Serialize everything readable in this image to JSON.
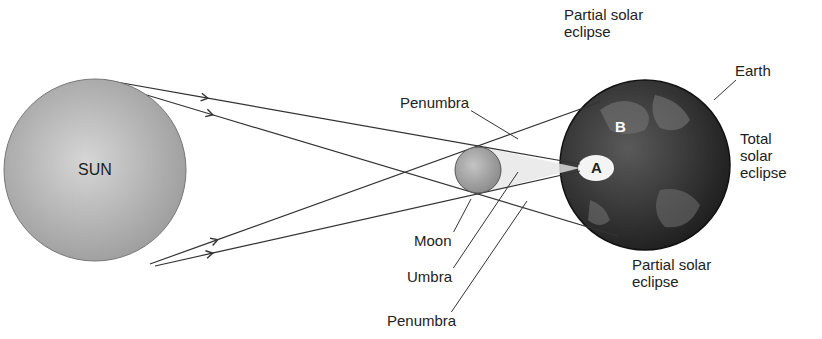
{
  "diagram": {
    "nodes": [
      {
        "text": [
          "SUN"
        ]
      }
    ],
    "labels": [
      "Partial solar eclipse",
      "Penumbra",
      "Earth",
      "B",
      "Total solar eclipse",
      "A",
      "Moon",
      "Umbra",
      "Partial solar eclipse",
      "Penumbra"
    ]
  }
}
